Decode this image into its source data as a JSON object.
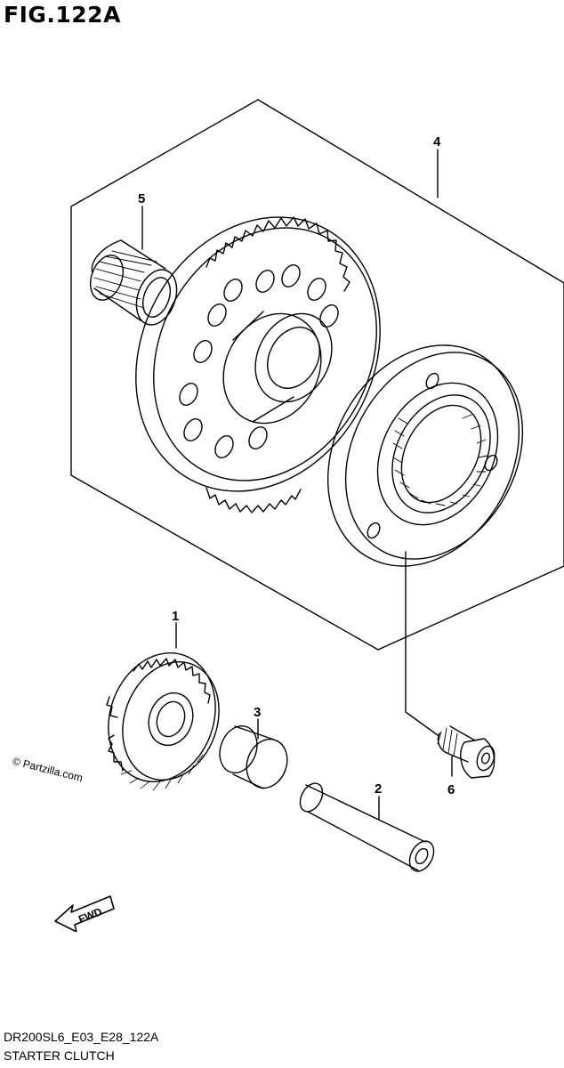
{
  "figure": {
    "title": "FIG.122A",
    "code": "DR200SL6_E03_E28_122A",
    "caption": "STARTER CLUTCH",
    "watermark": "© Partzilla.com",
    "fwd_label": "FWD"
  },
  "callouts": [
    {
      "number": "1",
      "part": "starter-driven-gear"
    },
    {
      "number": "2",
      "part": "shaft"
    },
    {
      "number": "3",
      "part": "spacer"
    },
    {
      "number": "4",
      "part": "starter-clutch-assembly"
    },
    {
      "number": "5",
      "part": "needle-bearing"
    },
    {
      "number": "6",
      "part": "bolt"
    }
  ]
}
